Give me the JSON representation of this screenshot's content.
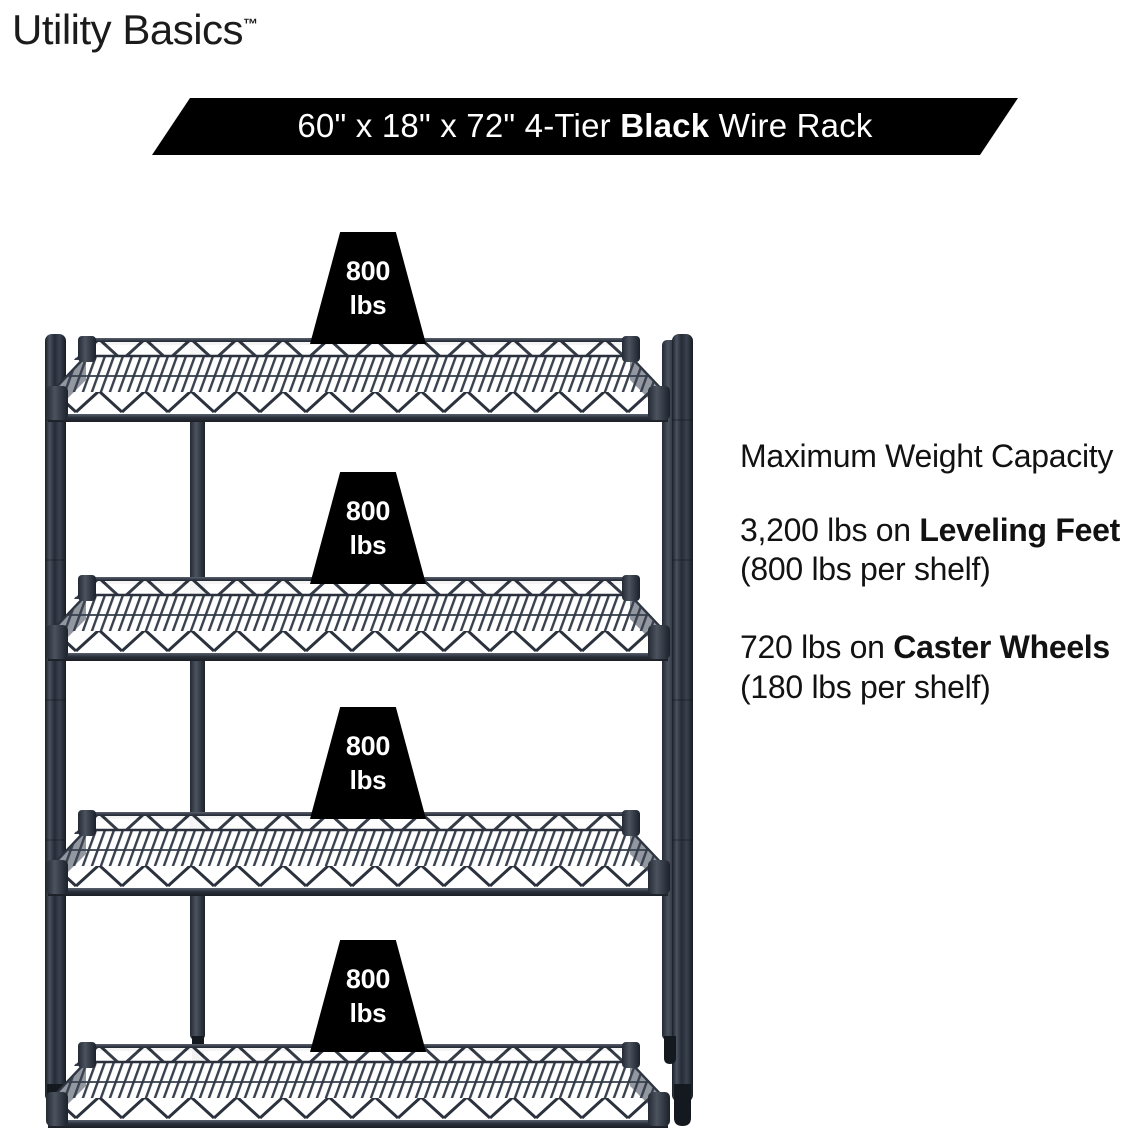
{
  "brand": {
    "name": "Utility Basics",
    "trademark": "™"
  },
  "banner": {
    "prefix": "60\" x 18\" x 72\" 4-Tier ",
    "emphasis": "Black",
    "suffix": " Wire Rack",
    "full_text": "60\" x 18\" x 72\" 4-Tier Black Wire Rack",
    "background_color": "#000000",
    "text_color": "#ffffff"
  },
  "product": {
    "type": "wire-shelving-rack",
    "tiers": 4,
    "width_in": 60,
    "depth_in": 18,
    "height_in": 72,
    "finish": "Black",
    "frame_color": "#2c323c",
    "shelf_badges": [
      {
        "value": "800",
        "unit": "lbs"
      },
      {
        "value": "800",
        "unit": "lbs"
      },
      {
        "value": "800",
        "unit": "lbs"
      },
      {
        "value": "800",
        "unit": "lbs"
      }
    ]
  },
  "info": {
    "heading": "Maximum Weight Capacity",
    "leveling": {
      "prefix": "3,200 lbs on ",
      "emphasis": "Leveling Feet",
      "suffix": " (800 lbs per shelf)",
      "full_text": "3,200 lbs on Leveling Feet (800 lbs per shelf)"
    },
    "caster": {
      "prefix": "720 lbs on ",
      "emphasis": "Caster Wheels",
      "suffix": " (180 lbs per shelf)",
      "full_text": "720 lbs on Caster Wheels (180 lbs per shelf)"
    }
  }
}
